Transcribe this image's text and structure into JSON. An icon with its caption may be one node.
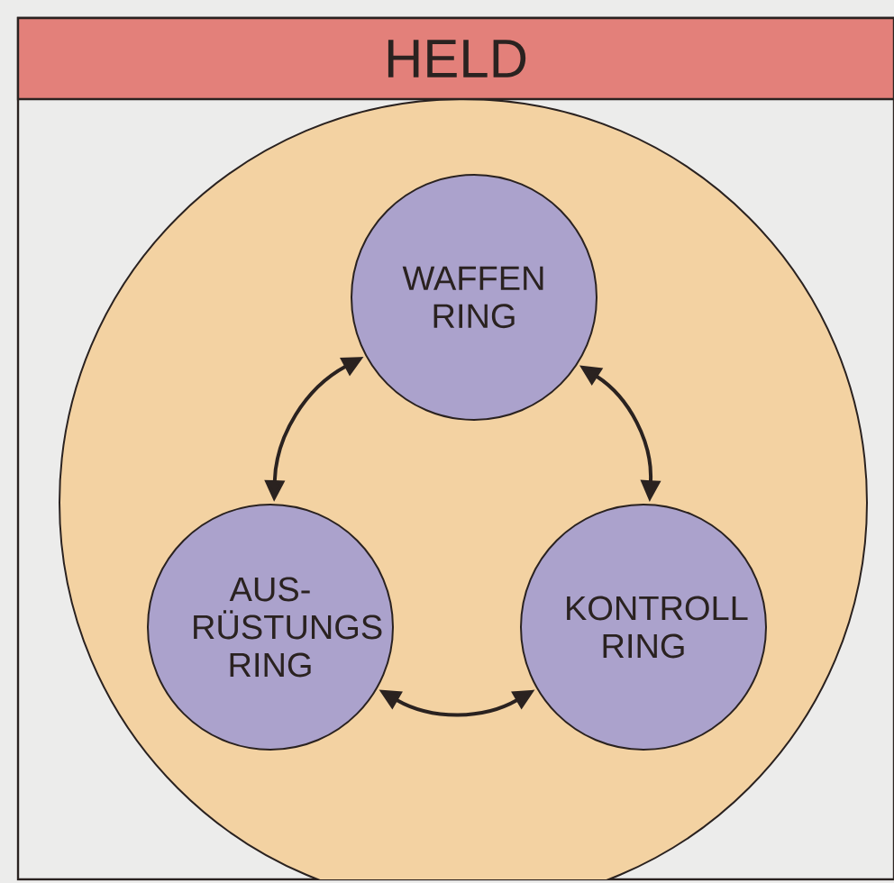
{
  "diagram": {
    "title": "HELD",
    "nodes": [
      {
        "text": [],
        "shape": "circle"
      },
      {
        "text": [
          "WAFFEN RING"
        ],
        "in": 0
      },
      {
        "text": [
          "AUS- RÜSTUNGS RING"
        ],
        "in": 0
      },
      {
        "text": [
          "KONTROLL RING"
        ],
        "in": 0
      }
    ],
    "edges": [
      {
        "from": 1,
        "to": 2,
        "arrow": "both"
      },
      {
        "from": 1,
        "to": 3,
        "arrow": "both"
      },
      {
        "from": 2,
        "to": 3,
        "arrow": "both"
      }
    ]
  }
}
